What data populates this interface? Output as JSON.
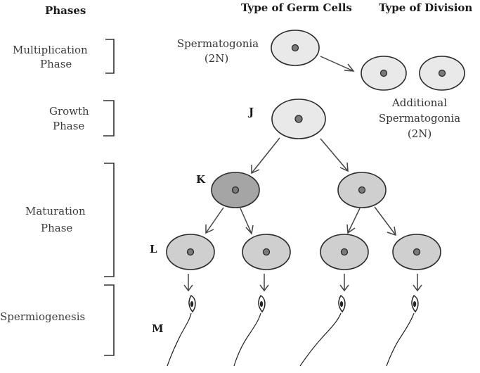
{
  "headers": {
    "phases": "Phases",
    "germ_cells": "Type of Germ Cells",
    "division": "Type of Division"
  },
  "phases": {
    "multiplication_line1": "Multiplication",
    "multiplication_line2": "Phase",
    "growth_line1": "Growth",
    "growth_line2": "Phase",
    "maturation_line1": "Maturation",
    "maturation_line2": "Phase",
    "spermiogenesis": "Spermiogenesis"
  },
  "labels": {
    "spermatogonia_line1": "Spermatogonia",
    "spermatogonia_line2": "(2N)",
    "additional_line1": "Additional",
    "additional_line2": "Spermatogonia",
    "additional_line3": "(2N)"
  },
  "letters": {
    "j": "J",
    "k": "K",
    "l": "L",
    "m": "M"
  }
}
